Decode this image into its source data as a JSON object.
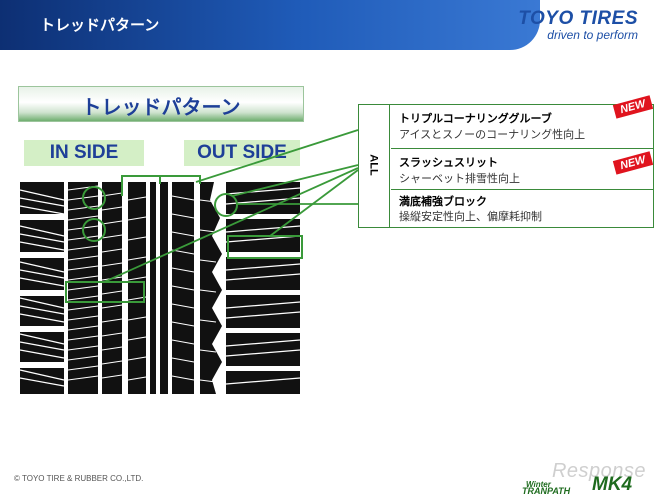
{
  "header": {
    "title": "トレッドパターン",
    "brand_name": "TOYO TIRES",
    "brand_tagline": "driven to perform"
  },
  "banner": {
    "text": "トレッドパターン"
  },
  "labels": {
    "inside": "IN  SIDE",
    "outside": "OUT  SIDE"
  },
  "infobox": {
    "all_label": "ALL",
    "rows": [
      {
        "title": "トリプルコーナリンググルーブ",
        "desc": "アイスとスノーのコーナリング性向上",
        "badge": "NEW"
      },
      {
        "title": "スラッシュスリット",
        "desc": "シャーベット排雪性向上",
        "badge": "NEW"
      },
      {
        "title": "満底補強ブロック",
        "desc": "操縦安定性向上、偏摩耗抑制"
      }
    ]
  },
  "footer": {
    "copyright": "© TOYO TIRE & RUBBER CO.,LTD.",
    "logo_response": "Response",
    "logo_winter": "Winter",
    "logo_tranpath": "TRANPATH",
    "logo_mk4": "MK4"
  },
  "colors": {
    "header_blue": "#1f5bb8",
    "brand_blue": "#1d4fa6",
    "accent_green": "#3a8a3a",
    "label_bg": "#d4efc6",
    "new_red": "#e0141e"
  }
}
